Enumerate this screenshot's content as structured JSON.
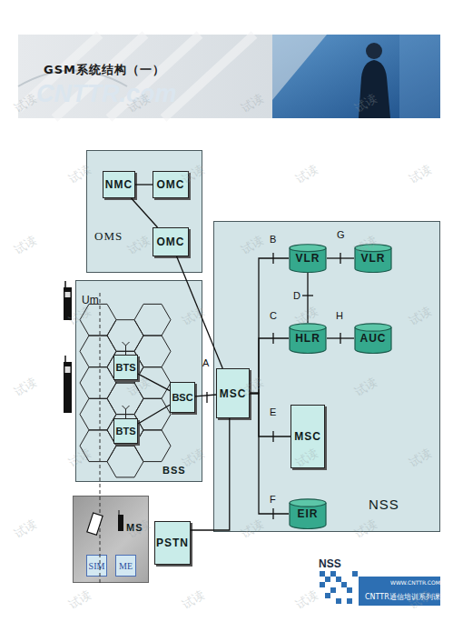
{
  "diagram": {
    "title": "GSM系统结构（一）",
    "nodes": [
      {
        "text": [
          "OMS"
        ]
      },
      {
        "text": [
          "NMC"
        ],
        "in": 0
      },
      {
        "text": [
          "OMC"
        ],
        "in": 0
      },
      {
        "text": [
          "OMC"
        ],
        "in": 0
      },
      {
        "text": [
          "NSS"
        ]
      },
      {
        "text": [
          "VLR"
        ],
        "in": 4
      },
      {
        "text": [
          "VLR"
        ],
        "in": 4
      },
      {
        "text": [
          "HLR"
        ],
        "in": 4
      },
      {
        "text": [
          "AUC"
        ],
        "in": 4
      },
      {
        "text": [
          "MSC"
        ],
        "in": 4
      },
      {
        "text": [
          "MSC"
        ],
        "in": 4
      },
      {
        "text": [
          "EIR"
        ],
        "in": 4
      },
      {
        "text": [
          "BSS"
        ]
      },
      {
        "text": [
          "BTS"
        ],
        "in": 12
      },
      {
        "text": [
          "BTS"
        ],
        "in": 12
      },
      {
        "text": [
          "BSC"
        ],
        "in": 12
      },
      {
        "text": [
          "MS"
        ]
      },
      {
        "text": [
          "SIM"
        ],
        "in": 16
      },
      {
        "text": [
          "ME"
        ],
        "in": 16
      },
      {
        "text": [
          "PSTN"
        ]
      }
    ],
    "edges": [
      {
        "from": 1,
        "to": 2,
        "arrow": "none"
      },
      {
        "from": 1,
        "to": 3,
        "arrow": "none"
      },
      {
        "from": 3,
        "to": 9,
        "arrow": "none"
      },
      {
        "from": 13,
        "to": 15,
        "arrow": "none"
      },
      {
        "from": 14,
        "to": 15,
        "arrow": "none"
      },
      {
        "from": 15,
        "to": 9,
        "label": "A",
        "arrow": "none"
      },
      {
        "from": 9,
        "to": 5,
        "label": "B",
        "arrow": "none"
      },
      {
        "from": 9,
        "to": 7,
        "label": "C",
        "arrow": "none"
      },
      {
        "from": 9,
        "to": 10,
        "label": "E",
        "arrow": "none"
      },
      {
        "from": 9,
        "to": 11,
        "label": "F",
        "arrow": "none"
      },
      {
        "from": 5,
        "to": 6,
        "label": "G",
        "arrow": "none"
      },
      {
        "from": 5,
        "to": 7,
        "label": "D",
        "arrow": "none"
      },
      {
        "from": 7,
        "to": 8,
        "label": "H",
        "arrow": "none"
      },
      {
        "from": 9,
        "to": 19,
        "arrow": "none"
      }
    ],
    "labels": [
      "CNTTR.com",
      "Um",
      "NSS",
      "WWW.CNTTR.COM",
      "CNTTR通信培训系列课程",
      "试读",
      "试读",
      "试读",
      "试读",
      "试读",
      "试读",
      "试读",
      "试读",
      "试读",
      "试读",
      "试读",
      "试读",
      "试读",
      "试读",
      "试读",
      "试读",
      "试读",
      "试读",
      "试读",
      "试读",
      "试读",
      "试读",
      "试读",
      "试读",
      "试读",
      "试读",
      "试读",
      "试读",
      "试读",
      "试读",
      "试读",
      "试读"
    ]
  }
}
